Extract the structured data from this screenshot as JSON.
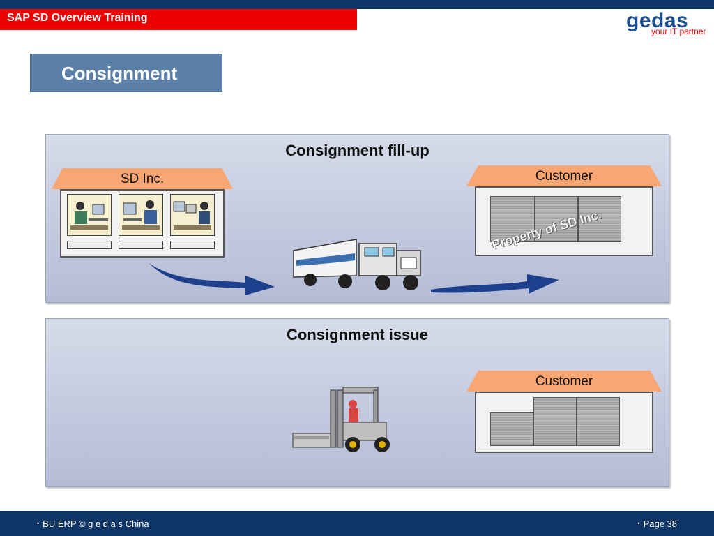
{
  "header": {
    "course_title": "SAP SD Overview Training"
  },
  "logo": {
    "name": "gedas",
    "tagline": "your IT partner"
  },
  "slide": {
    "title": "Consignment"
  },
  "fill_up": {
    "heading": "Consignment fill-up",
    "company_label": "SD Inc.",
    "customer_label": "Customer",
    "watermark": "Property of SD Inc."
  },
  "issue": {
    "heading": "Consignment issue",
    "customer_label": "Customer"
  },
  "footer": {
    "left_text": "BU ERP  ©  g e d a s  China",
    "right_text": "Page  38"
  },
  "colors": {
    "navy": "#0d3566",
    "red": "#ee0000",
    "title_box": "#5b7fa6",
    "roof": "#f9a675",
    "arrow": "#1e3f8c"
  }
}
